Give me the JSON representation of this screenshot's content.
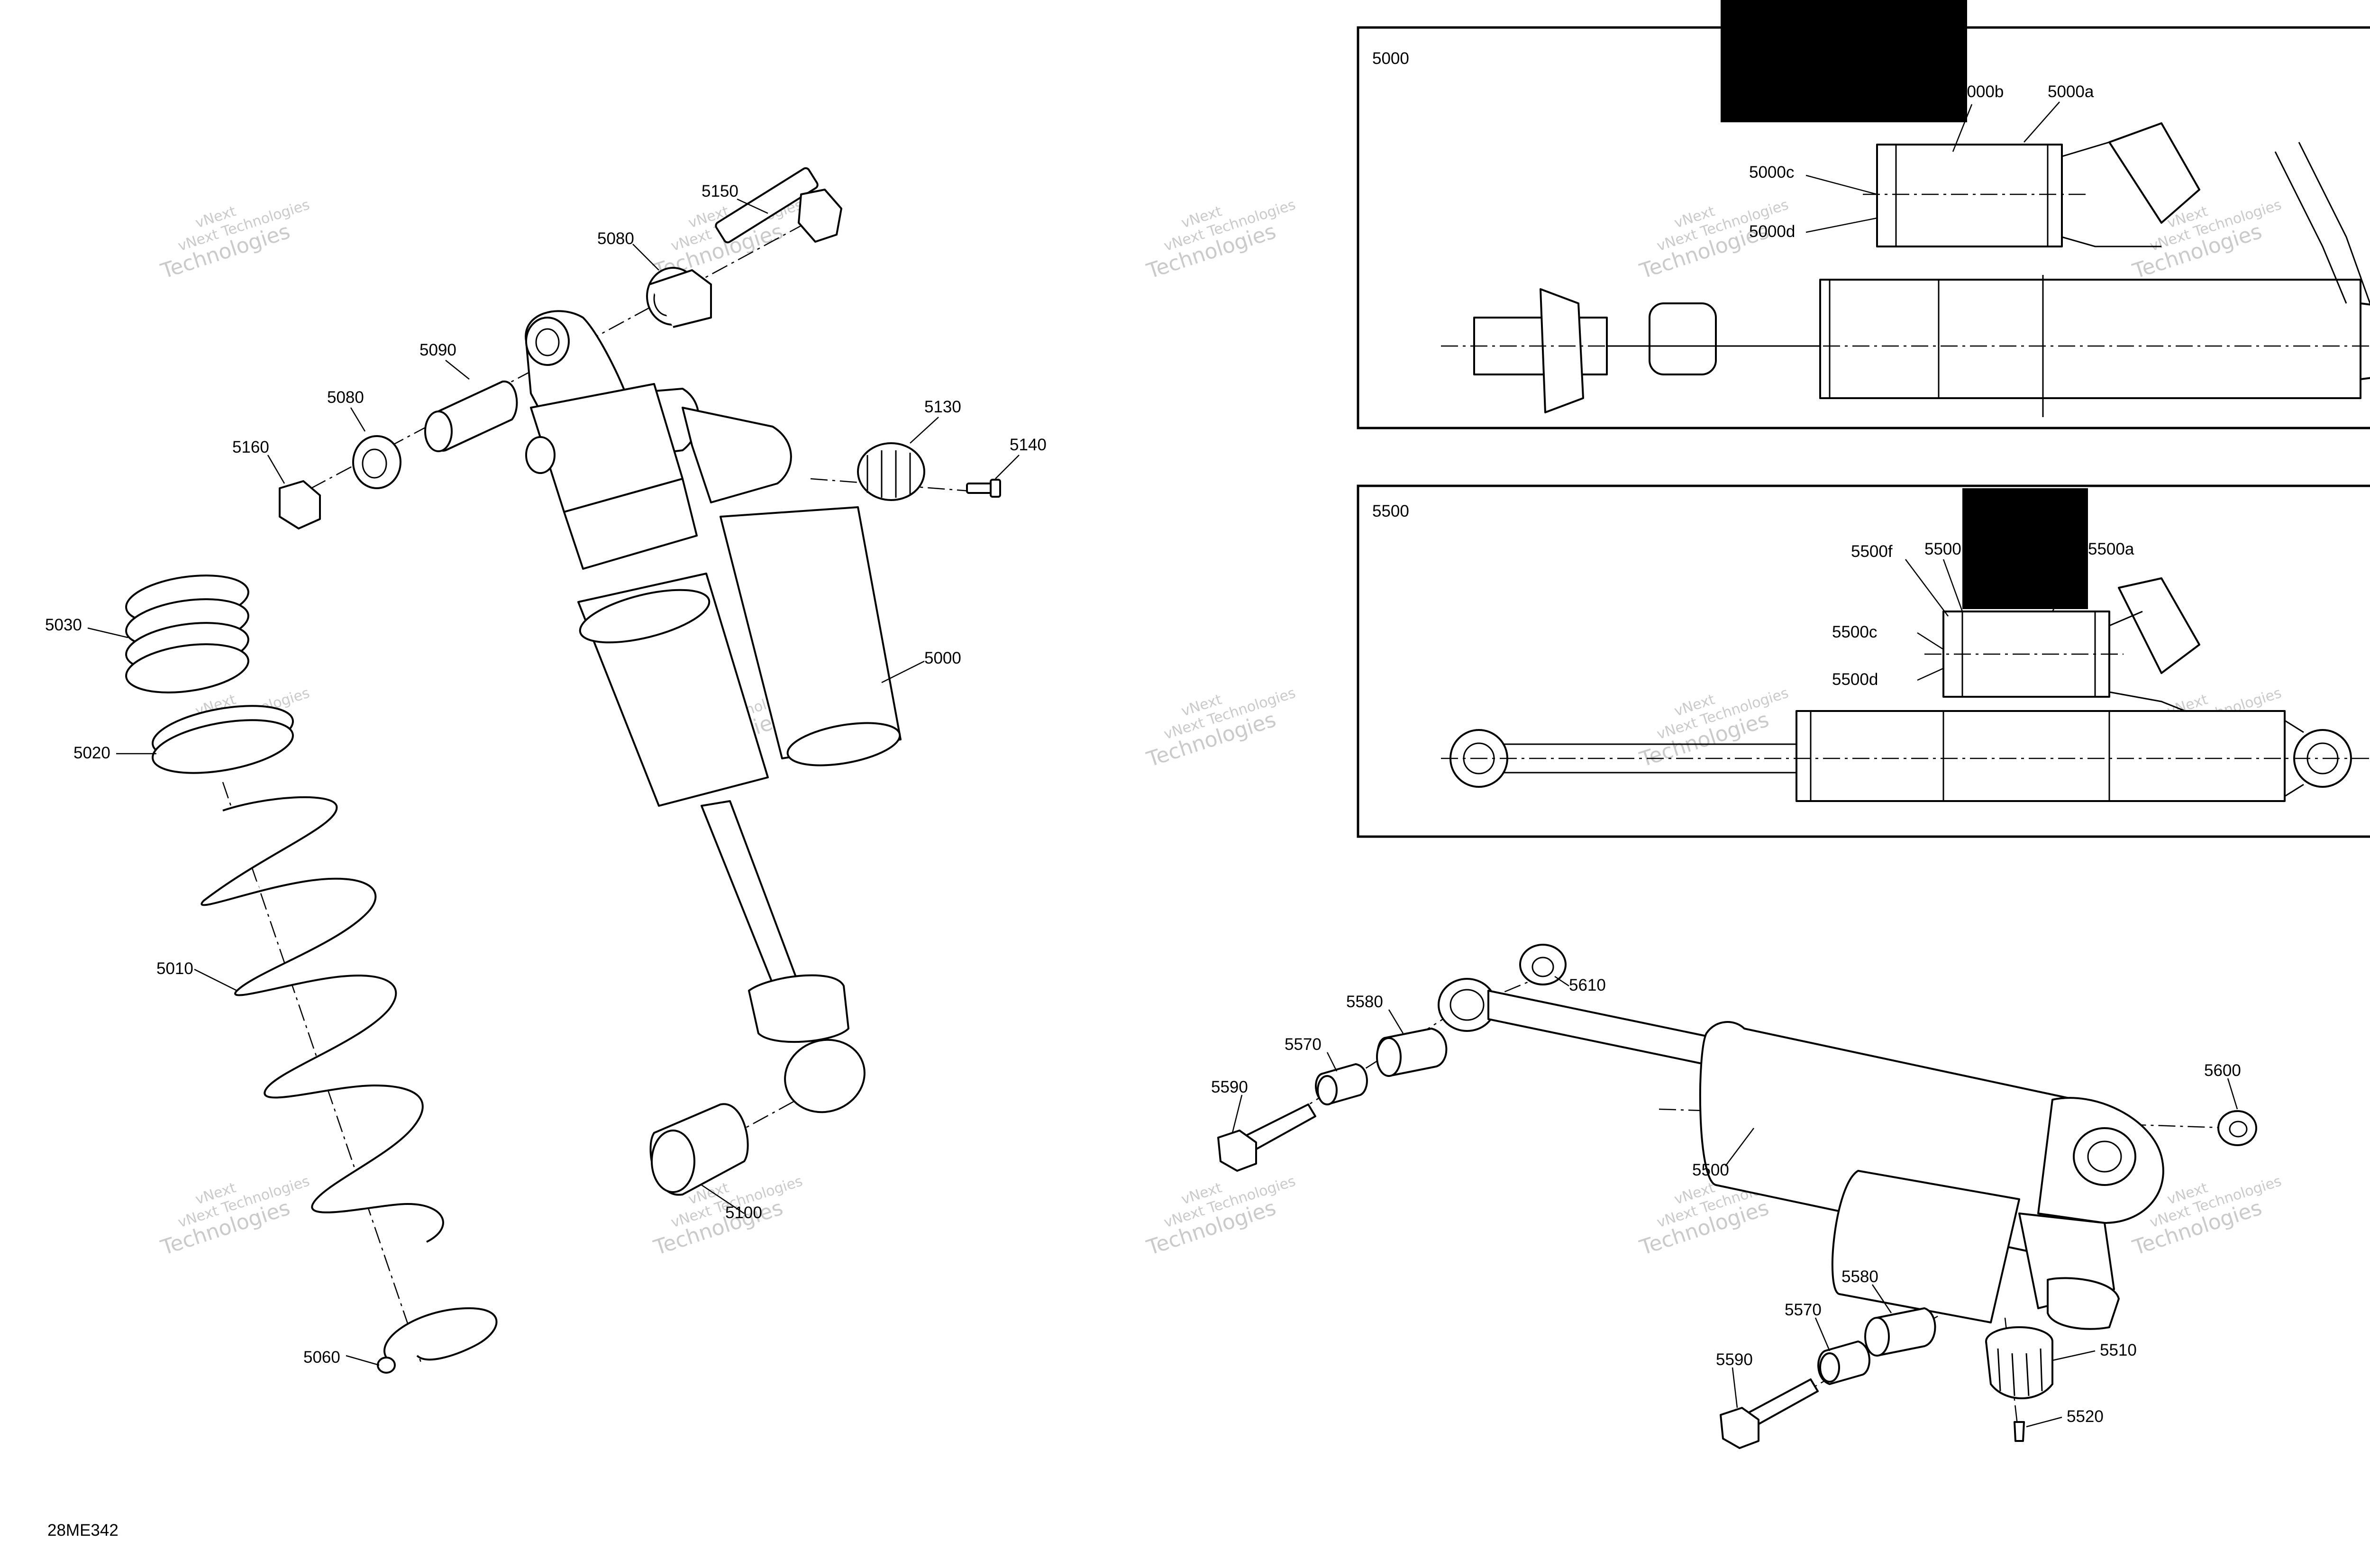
{
  "diagram_code": "28ME342",
  "watermark": {
    "line1": "vNext",
    "line2": "Technologies",
    "full": "vNext Technologies"
  },
  "insets": {
    "i5000": {
      "title": "5000",
      "callouts": {
        "a": "5000a",
        "b": "5000b",
        "c": "5000c",
        "d": "5000d"
      }
    },
    "i5500": {
      "title": "5500",
      "callouts": {
        "a": "5500a",
        "e": "5500",
        "f": "5500f",
        "c": "5500c",
        "d": "5500d"
      }
    }
  },
  "callouts": {
    "p5150": "5150",
    "p5080a": "5080",
    "p5090": "5090",
    "p5080b": "5080",
    "p5160": "5160",
    "p5130": "5130",
    "p5140": "5140",
    "p5000": "5000",
    "p5030": "5030",
    "p5020": "5020",
    "p5010": "5010",
    "p5060": "5060",
    "p5100": "5100",
    "p5610": "5610",
    "p5580a": "5580",
    "p5570a": "5570",
    "p5590a": "5590",
    "p5600": "5600",
    "p5500": "5500",
    "p5580b": "5580",
    "p5570b": "5570",
    "p5590b": "5590",
    "p5510": "5510",
    "p5520": "5520"
  }
}
